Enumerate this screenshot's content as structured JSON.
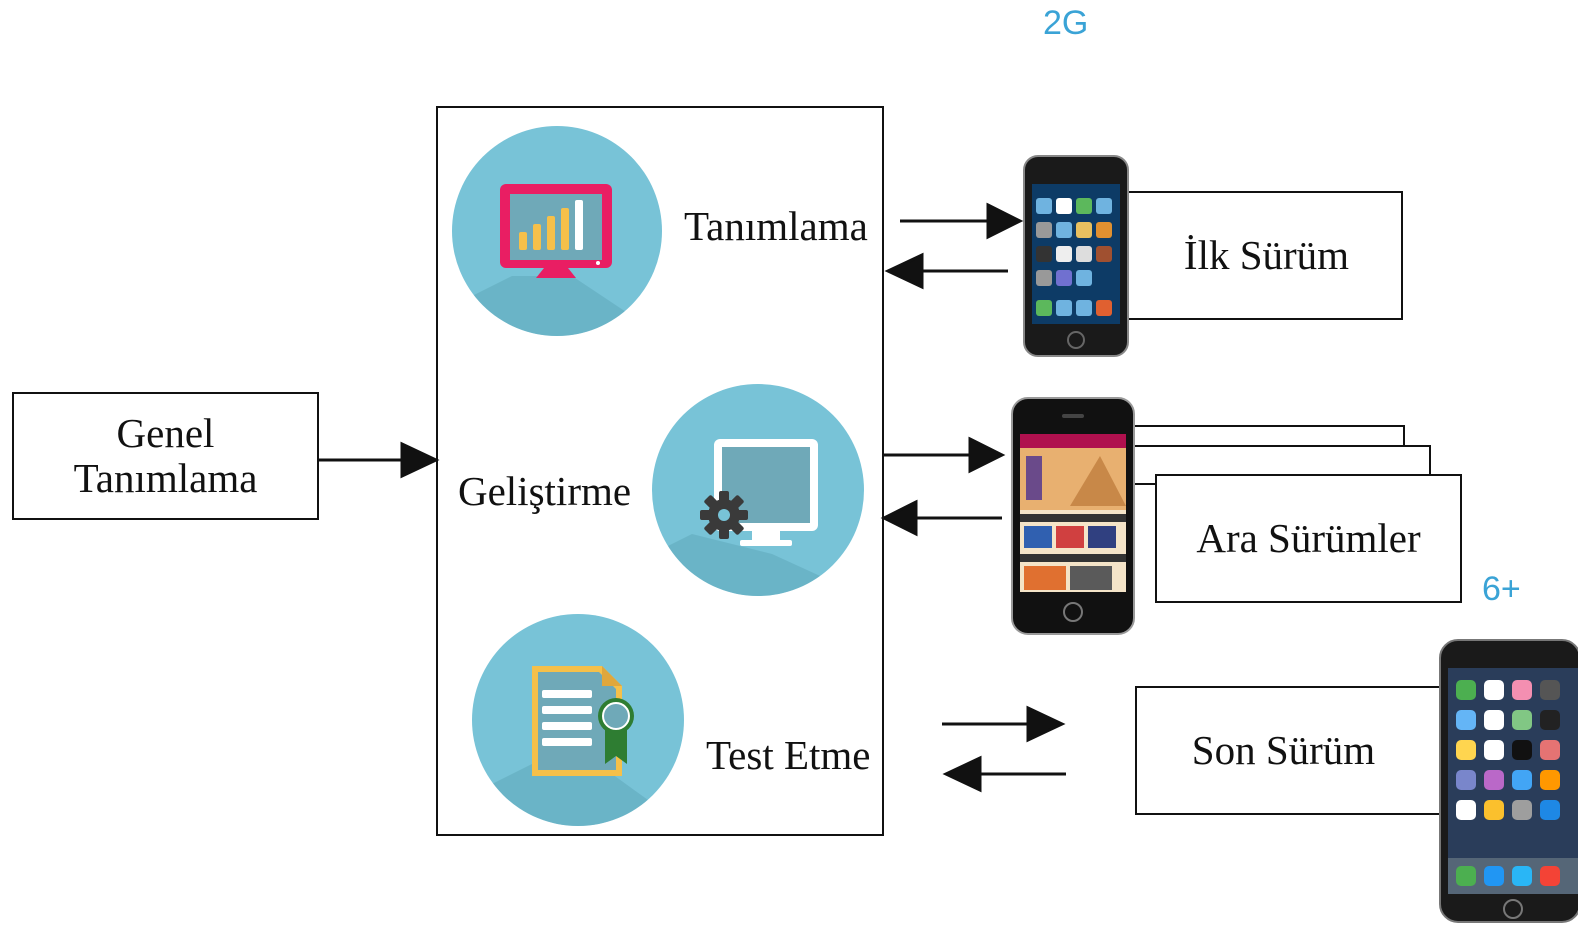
{
  "diagram": {
    "input_label_line1": "Genel",
    "input_label_line2": "Tanımlama",
    "stages": {
      "define": "Tanımlama",
      "develop": "Geliştirme",
      "test": "Test Etme"
    },
    "releases": {
      "first": "İlk Sürüm",
      "intermediate": "Ara Sürümler",
      "final": "Son Sürüm"
    },
    "phone_models": {
      "first": "2G",
      "final": "6+"
    },
    "colors": {
      "circle": "#78C3D7",
      "circle_shadow": "#5FA7BA",
      "monitor_red": "#E91E63",
      "bars_yellow": "#F5C04A",
      "model_text": "#3AA3D6",
      "phone_body": "#1a1a1a"
    },
    "icons": [
      "chart-monitor-icon",
      "computer-settings-icon",
      "certificate-icon"
    ]
  }
}
